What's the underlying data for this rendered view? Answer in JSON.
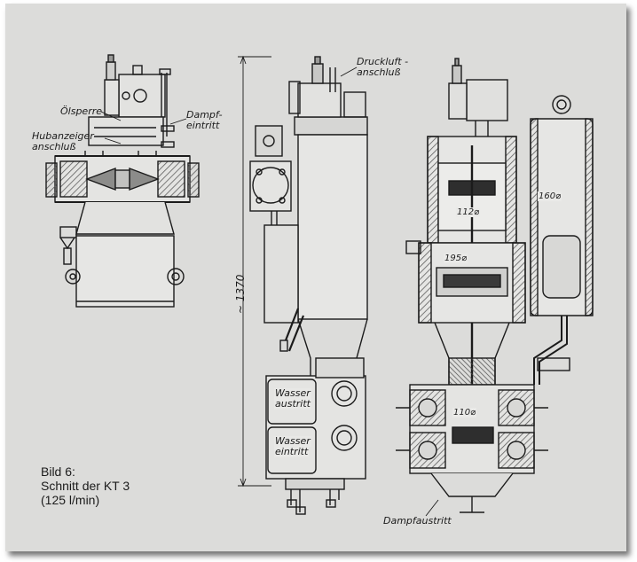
{
  "labels": {
    "oelsperre": "Ölsperre",
    "hubanzeiger_1": "Hubanzeiger",
    "hubanzeiger_2": "anschluß",
    "dampf_1": "Dampf-",
    "dampf_2": "eintritt",
    "druckluft_1": "Druckluft -",
    "druckluft_2": "anschluß",
    "wasser_aus_1": "Wasser",
    "wasser_aus_2": "austritt",
    "wasser_ein_1": "Wasser",
    "wasser_ein_2": "eintritt",
    "dampfaustritt": "Dampfaustritt"
  },
  "dimensions": {
    "height": "~ 1370",
    "d112": "112⌀",
    "d195": "195⌀",
    "d110": "110⌀",
    "d160": "160⌀"
  },
  "caption": {
    "line1": "Bild 6:",
    "line2": "Schnitt der KT 3",
    "line3": "(125 l/min)"
  },
  "colors": {
    "paper": "#dcdcda",
    "ink": "#1b1b1b",
    "hatch": "#6b6b6b"
  }
}
